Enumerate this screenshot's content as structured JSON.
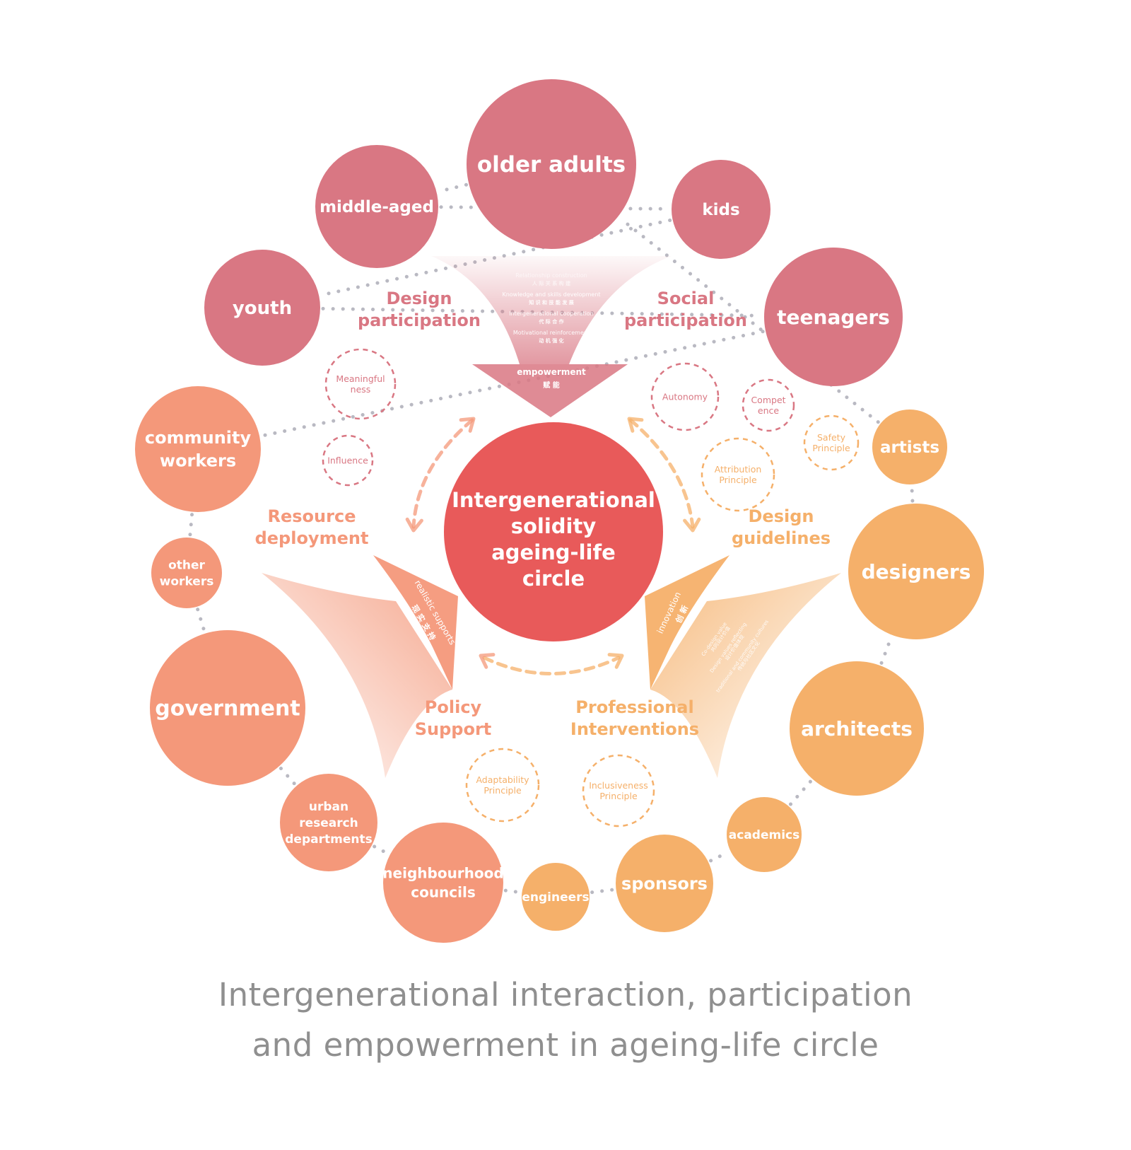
{
  "center": {
    "lines": [
      "Intergenerational",
      "solidity",
      "ageing-life",
      "circle"
    ]
  },
  "nodes": [
    {
      "id": "older-adults",
      "label": [
        "older adults"
      ],
      "color": "#d97783"
    },
    {
      "id": "middle-aged",
      "label": [
        "middle-aged"
      ],
      "color": "#d97783"
    },
    {
      "id": "kids",
      "label": [
        "kids"
      ],
      "color": "#d97783"
    },
    {
      "id": "youth",
      "label": [
        "youth"
      ],
      "color": "#d97783"
    },
    {
      "id": "teenagers",
      "label": [
        "teenagers"
      ],
      "color": "#d97783"
    },
    {
      "id": "community-workers",
      "label": [
        "community",
        "workers"
      ],
      "color": "#f4987a"
    },
    {
      "id": "other-workers",
      "label": [
        "other",
        "workers"
      ],
      "color": "#f4987a"
    },
    {
      "id": "government",
      "label": [
        "government"
      ],
      "color": "#f4987a"
    },
    {
      "id": "urban-research-departments",
      "label": [
        "urban",
        "research",
        "departments"
      ],
      "color": "#f4987a"
    },
    {
      "id": "neighbourhood-councils",
      "label": [
        "neighbourhood",
        "councils"
      ],
      "color": "#f4987a"
    },
    {
      "id": "engineers",
      "label": [
        "engineers"
      ],
      "color": "#f5b06a"
    },
    {
      "id": "sponsors",
      "label": [
        "sponsors"
      ],
      "color": "#f5b06a"
    },
    {
      "id": "academics",
      "label": [
        "academics"
      ],
      "color": "#f5b06a"
    },
    {
      "id": "architects",
      "label": [
        "architects"
      ],
      "color": "#f5b06a"
    },
    {
      "id": "designers",
      "label": [
        "designers"
      ],
      "color": "#f5b06a"
    },
    {
      "id": "artists",
      "label": [
        "artists"
      ],
      "color": "#f5b06a"
    }
  ],
  "sections": [
    {
      "id": "design-participation",
      "lines": [
        "Design",
        "participation"
      ],
      "color": "#d97783"
    },
    {
      "id": "social-participation",
      "lines": [
        "Social",
        "participation"
      ],
      "color": "#d97783"
    },
    {
      "id": "resource-deployment",
      "lines": [
        "Resource",
        "deployment"
      ],
      "color": "#f4987a"
    },
    {
      "id": "design-guidelines",
      "lines": [
        "Design",
        "guidelines"
      ],
      "color": "#f5b06a"
    },
    {
      "id": "policy-support",
      "lines": [
        "Policy",
        "Support"
      ],
      "color": "#f4987a"
    },
    {
      "id": "professional-interventions",
      "lines": [
        "Professional",
        "Interventions"
      ],
      "color": "#f5b06a"
    }
  ],
  "principles": [
    {
      "id": "meaningfulness",
      "lines": [
        "Meaningful",
        "ness"
      ],
      "color": "#d97783"
    },
    {
      "id": "influence",
      "lines": [
        "Influence"
      ],
      "color": "#d97783"
    },
    {
      "id": "autonomy",
      "lines": [
        "Autonomy"
      ],
      "color": "#d97783"
    },
    {
      "id": "competence",
      "lines": [
        "Compet",
        "ence"
      ],
      "color": "#d97783"
    },
    {
      "id": "safety-principle",
      "lines": [
        "Safety",
        "Principle"
      ],
      "color": "#f5b06a"
    },
    {
      "id": "attribution-principle",
      "lines": [
        "Attribution",
        "Principle"
      ],
      "color": "#f5b06a"
    },
    {
      "id": "adaptability-principle",
      "lines": [
        "Adaptability",
        "Principle"
      ],
      "color": "#f5b06a"
    },
    {
      "id": "inclusiveness-principle",
      "lines": [
        "Inclusiveness",
        "Principle"
      ],
      "color": "#f5b06a"
    }
  ],
  "empowerment_funnel": {
    "items": [
      "Relationship construction",
      "人 际 关 系 构 建",
      "Knowledge and skills development",
      "知 识 和 技 能 发 展",
      "Intergenerational cooperation",
      "代 际 合 作",
      "Motivational reinforcement",
      "动 机 强 化"
    ],
    "arrow_label": "empowerment",
    "arrow_label_cn": "赋    能"
  },
  "left_arrow": {
    "label": "realistic supports",
    "label_cn": "现 实 支 持"
  },
  "right_arrow": {
    "label": "innovation",
    "label_cn": "创 新",
    "items": [
      "Co-design value",
      "共同设计价值",
      "Design values reflecting",
      "设计价值体现",
      "traditional and community cultures",
      "传统与社区文化"
    ]
  },
  "colors": {
    "pink": "#d97783",
    "salmon": "#f4987a",
    "orange": "#f5b06a",
    "center": "#e85a5a",
    "caption": "#8f8f8f",
    "dots": "#b9b9c2"
  },
  "caption": {
    "line1": "Intergenerational interaction, participation",
    "line2": "and empowerment in ageing-life circle"
  }
}
